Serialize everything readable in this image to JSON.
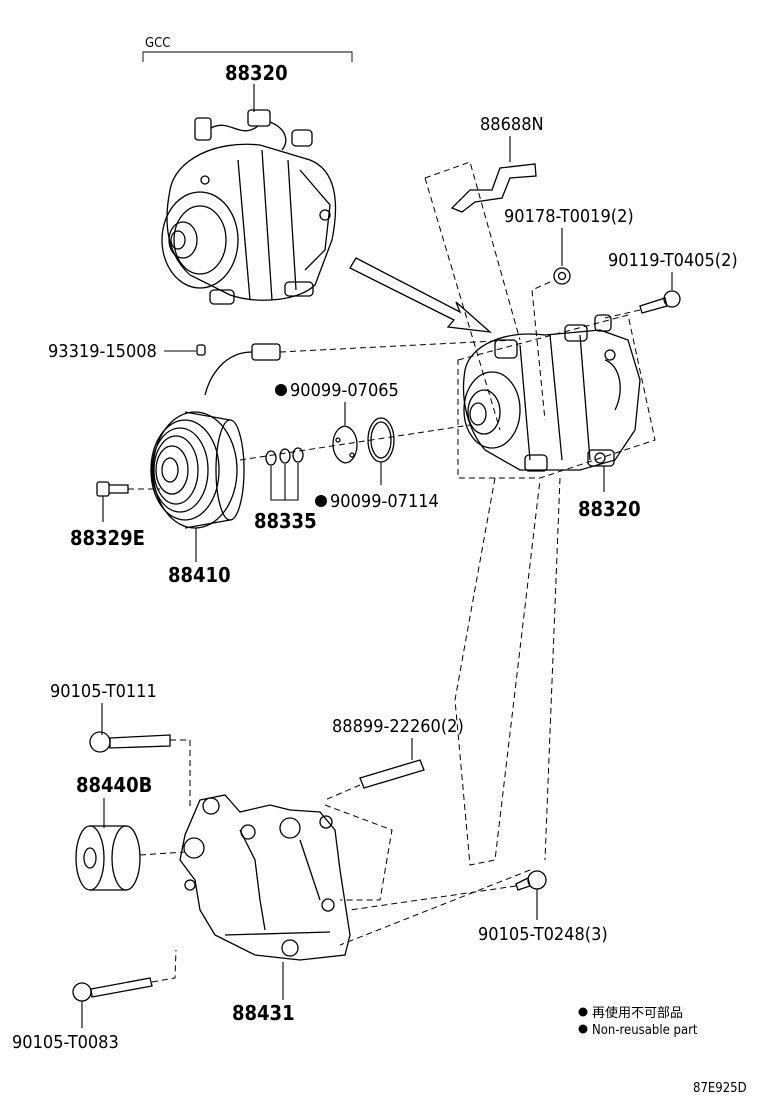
{
  "diagram": {
    "group_bracket_label": "GCC",
    "parts": {
      "compressor_top": "88320",
      "bracket_wire": "88688N",
      "nut_top": "90178-T0019(2)",
      "bolt_top_right": "90119-T0405(2)",
      "screw_sensor": "93319-15008",
      "ring_1": "90099-07065",
      "ring_2": "90099-07114",
      "compressor_right": "88320",
      "bolt_pulley": "88329E",
      "shims": "88335",
      "clutch_pulley": "88410",
      "bolt_left_upper": "90105-T0111",
      "stud_bolt": "88899-22260(2)",
      "idler_pulley": "88440B",
      "bolt_bracket": "90105-T0248(3)",
      "bracket": "88431",
      "bolt_left_lower": "90105-T0083"
    },
    "legend": {
      "line1": "再使用不可部品",
      "line2": "Non-reusable part"
    },
    "diagram_code": "87E925D"
  }
}
